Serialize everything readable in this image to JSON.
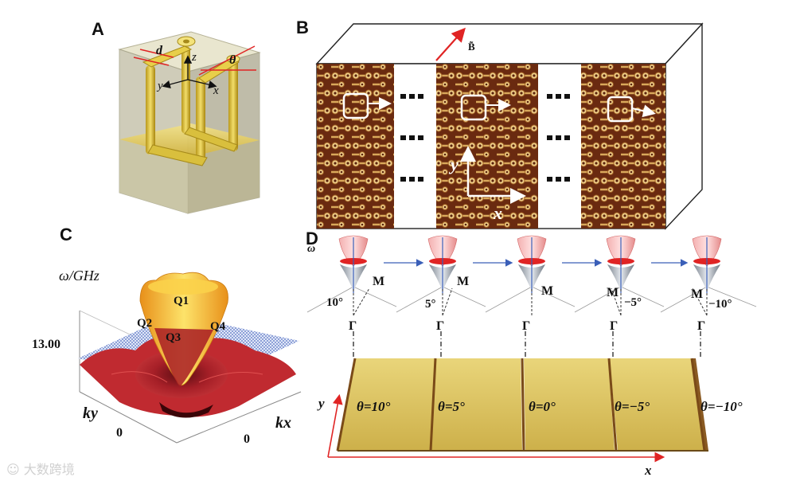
{
  "panels": {
    "a": {
      "label": "A",
      "d": "d",
      "theta": "θ",
      "z": "z",
      "y": "y",
      "x": "x"
    },
    "b": {
      "label": "B",
      "b_field": "B̃",
      "x": "x",
      "y": "y"
    },
    "c": {
      "label": "C",
      "omega_unit": "ω/GHz",
      "tick_value": "13.00",
      "ky": "ky",
      "kx": "kx",
      "zero_y": "0",
      "zero_x": "0",
      "q1": "Q1",
      "q2": "Q2",
      "q3": "Q3",
      "q4": "Q4"
    },
    "d": {
      "label": "D",
      "omega": "ω",
      "m_label": "M",
      "gamma_label": "Γ",
      "top_angles": [
        "10°",
        "5°",
        "",
        "−5°",
        "−10°"
      ],
      "sections": [
        "θ=10°",
        "θ=5°",
        "θ=0°",
        "θ=−5°",
        "θ=−10°"
      ],
      "axis_y": "y",
      "axis_x": "x"
    }
  },
  "watermark": "大数跨境",
  "colors": {
    "gold": "#e8c74a",
    "copper": "#8a3c18",
    "red_arrow": "#e02424",
    "blue_arrow": "#3a5fb8",
    "surface_red": "#b8232b",
    "cone_yellow": "#f7b523"
  }
}
